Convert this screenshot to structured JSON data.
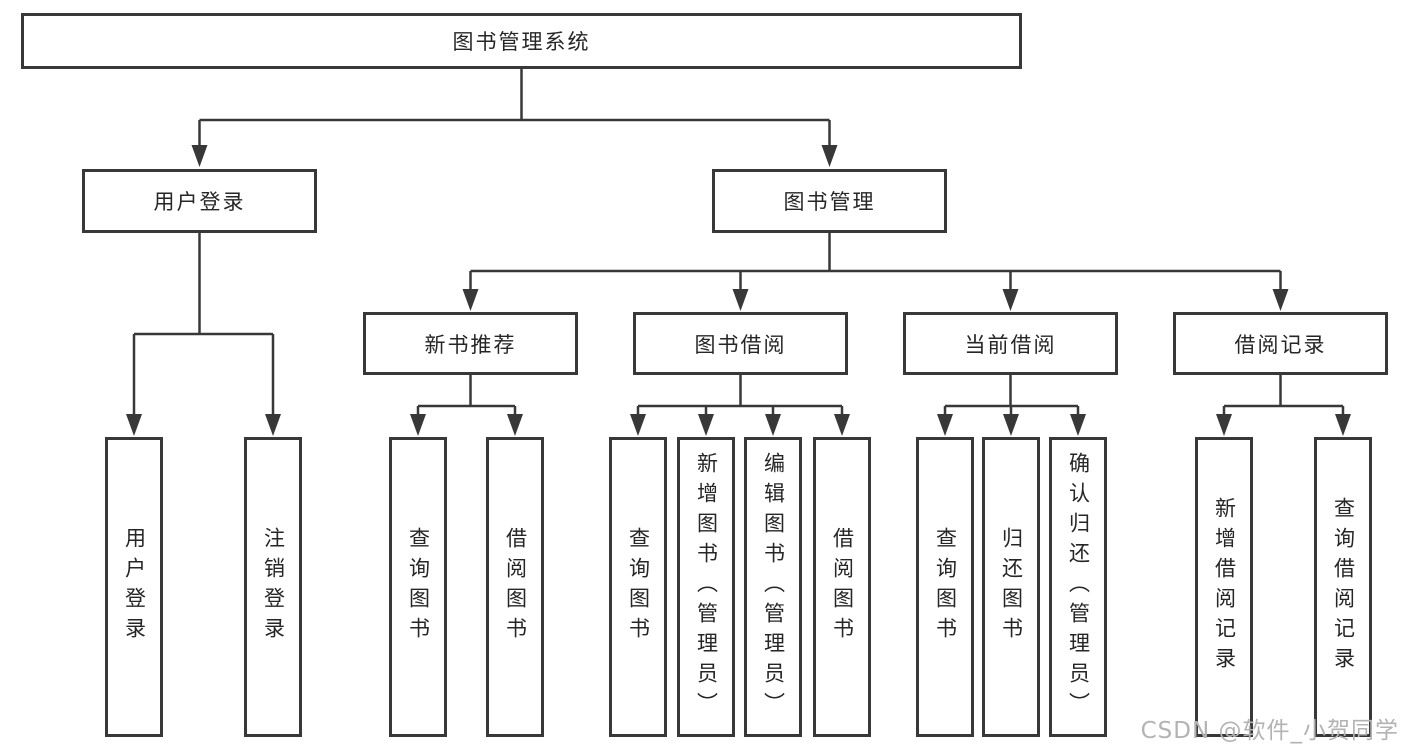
{
  "tree": {
    "label": "图书管理系统",
    "children": [
      {
        "label": "用户登录",
        "children": [
          {
            "label": "用户登录"
          },
          {
            "label": "注销登录"
          }
        ]
      },
      {
        "label": "图书管理",
        "children": [
          {
            "label": "新书推荐",
            "children": [
              {
                "label": "查询图书"
              },
              {
                "label": "借阅图书"
              }
            ]
          },
          {
            "label": "图书借阅",
            "children": [
              {
                "label": "查询图书"
              },
              {
                "label": "新增图书（管理员）"
              },
              {
                "label": "编辑图书（管理员）"
              },
              {
                "label": "借阅图书"
              }
            ]
          },
          {
            "label": "当前借阅",
            "children": [
              {
                "label": "查询图书"
              },
              {
                "label": "归还图书"
              },
              {
                "label": "确认归还（管理员）"
              }
            ]
          },
          {
            "label": "借阅记录",
            "children": [
              {
                "label": "新增借阅记录"
              },
              {
                "label": "查询借阅记录"
              }
            ]
          }
        ]
      }
    ]
  },
  "watermark": {
    "text": "CSDN @软件_小贺同学"
  },
  "colors": {
    "line": "#383838",
    "box_border": "#383838",
    "box_fill": "#ffffff",
    "text": "#262626",
    "watermark": "#b3b3b3",
    "background": "#ffffff"
  }
}
